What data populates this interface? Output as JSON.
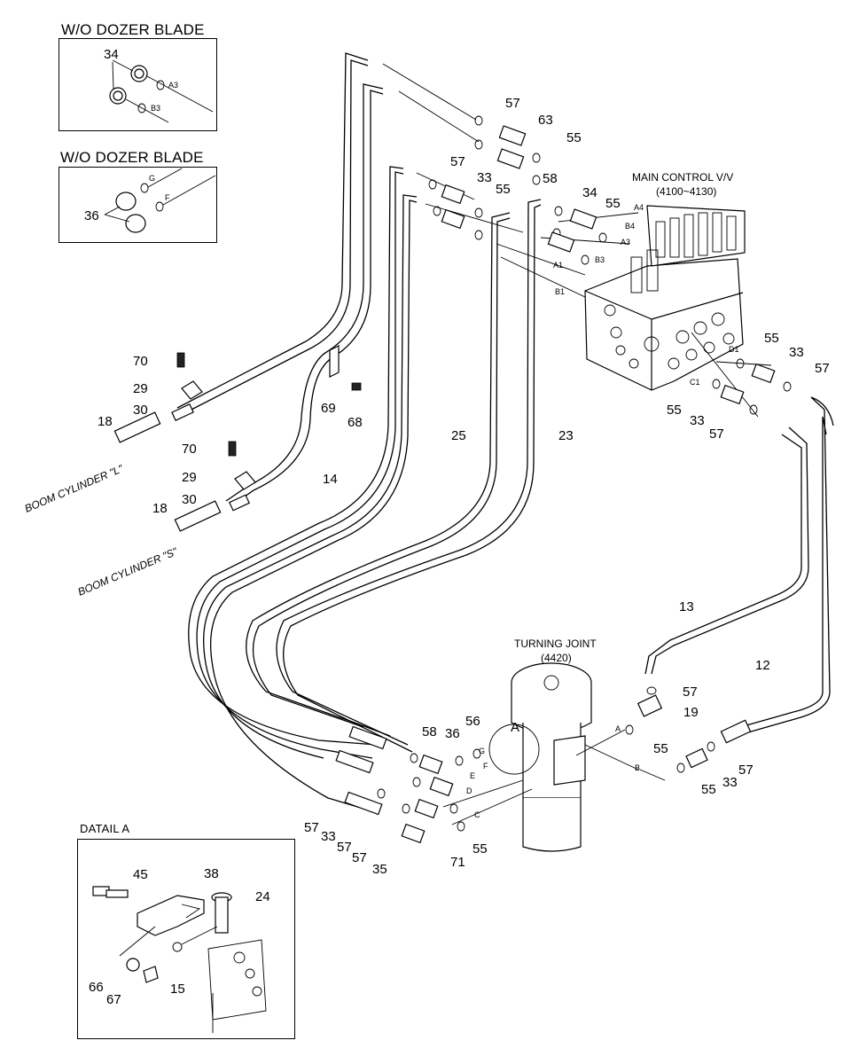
{
  "insets": {
    "top1": {
      "title": "W/O DOZER BLADE",
      "parts": [
        "34"
      ],
      "ports": [
        "A3",
        "B3"
      ]
    },
    "top2": {
      "title": "W/O DOZER BLADE",
      "parts": [
        "36"
      ],
      "ports": [
        "G",
        "F"
      ]
    },
    "detail": {
      "title": "DATAIL A",
      "parts": [
        "45",
        "38",
        "24",
        "66",
        "67",
        "15"
      ]
    }
  },
  "assemblies": {
    "main_valve": {
      "name": "MAIN CONTROL V/V",
      "code": "(4100~4130)",
      "ports": [
        "A4",
        "B4",
        "A3",
        "B3",
        "A1",
        "B1",
        "D1",
        "C1"
      ]
    },
    "turning_joint": {
      "name": "TURNING JOINT",
      "code": "(4420)",
      "view": "A",
      "ports": [
        "A",
        "B",
        "C",
        "D",
        "E",
        "F",
        "G"
      ]
    }
  },
  "labels": {
    "boom_l": "BOOM CYLINDER \"L\"",
    "boom_s": "BOOM CYLINDER \"S\""
  },
  "callouts": [
    "57",
    "63",
    "55",
    "57",
    "33",
    "55",
    "58",
    "34",
    "55",
    "70",
    "29",
    "30",
    "18",
    "69",
    "68",
    "70",
    "29",
    "30",
    "18",
    "14",
    "25",
    "23",
    "55",
    "33",
    "57",
    "55",
    "33",
    "57",
    "13",
    "12",
    "57",
    "19",
    "55",
    "55",
    "33",
    "57",
    "58",
    "36",
    "56",
    "57",
    "33",
    "57",
    "57",
    "35",
    "71",
    "55"
  ]
}
